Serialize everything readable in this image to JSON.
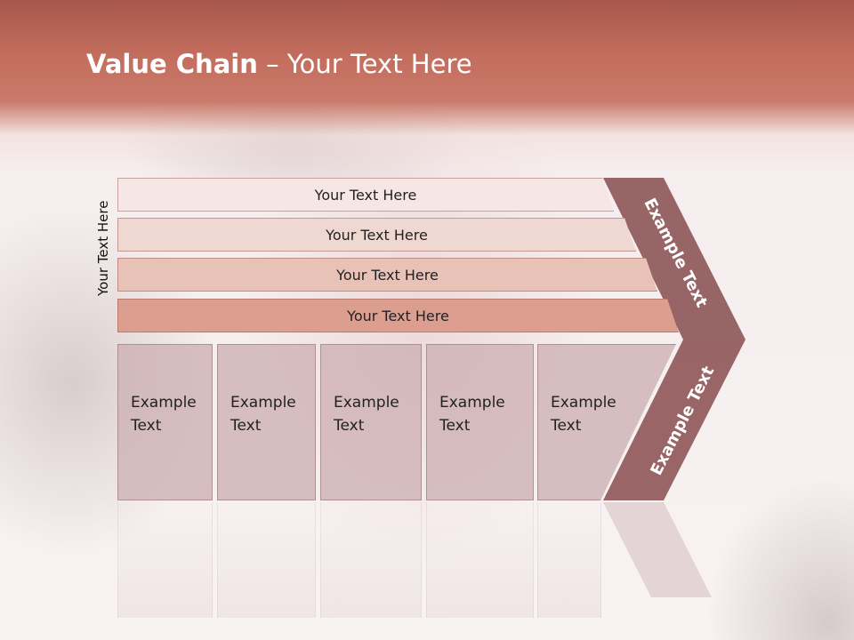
{
  "title": {
    "bold": "Value Chain",
    "rest": " – Your Text Here"
  },
  "side_label": "Your Text Here",
  "bars": [
    {
      "label": "Your Text Here",
      "color": "#f6e7e4"
    },
    {
      "label": "Your Text Here",
      "color": "#f0d8d2"
    },
    {
      "label": "Your Text Here",
      "color": "#e8c1b7"
    },
    {
      "label": "Your Text Here",
      "color": "#dc9e8e"
    }
  ],
  "boxes": [
    {
      "line1": "Example",
      "line2": "Text"
    },
    {
      "line1": "Example",
      "line2": "Text"
    },
    {
      "line1": "Example",
      "line2": "Text"
    },
    {
      "line1": "Example",
      "line2": "Text"
    },
    {
      "line1": "Example",
      "line2": "Text"
    }
  ],
  "chevron": {
    "upper_text": "Example Text",
    "lower_text": "Example Text",
    "color": "#8e5558"
  }
}
